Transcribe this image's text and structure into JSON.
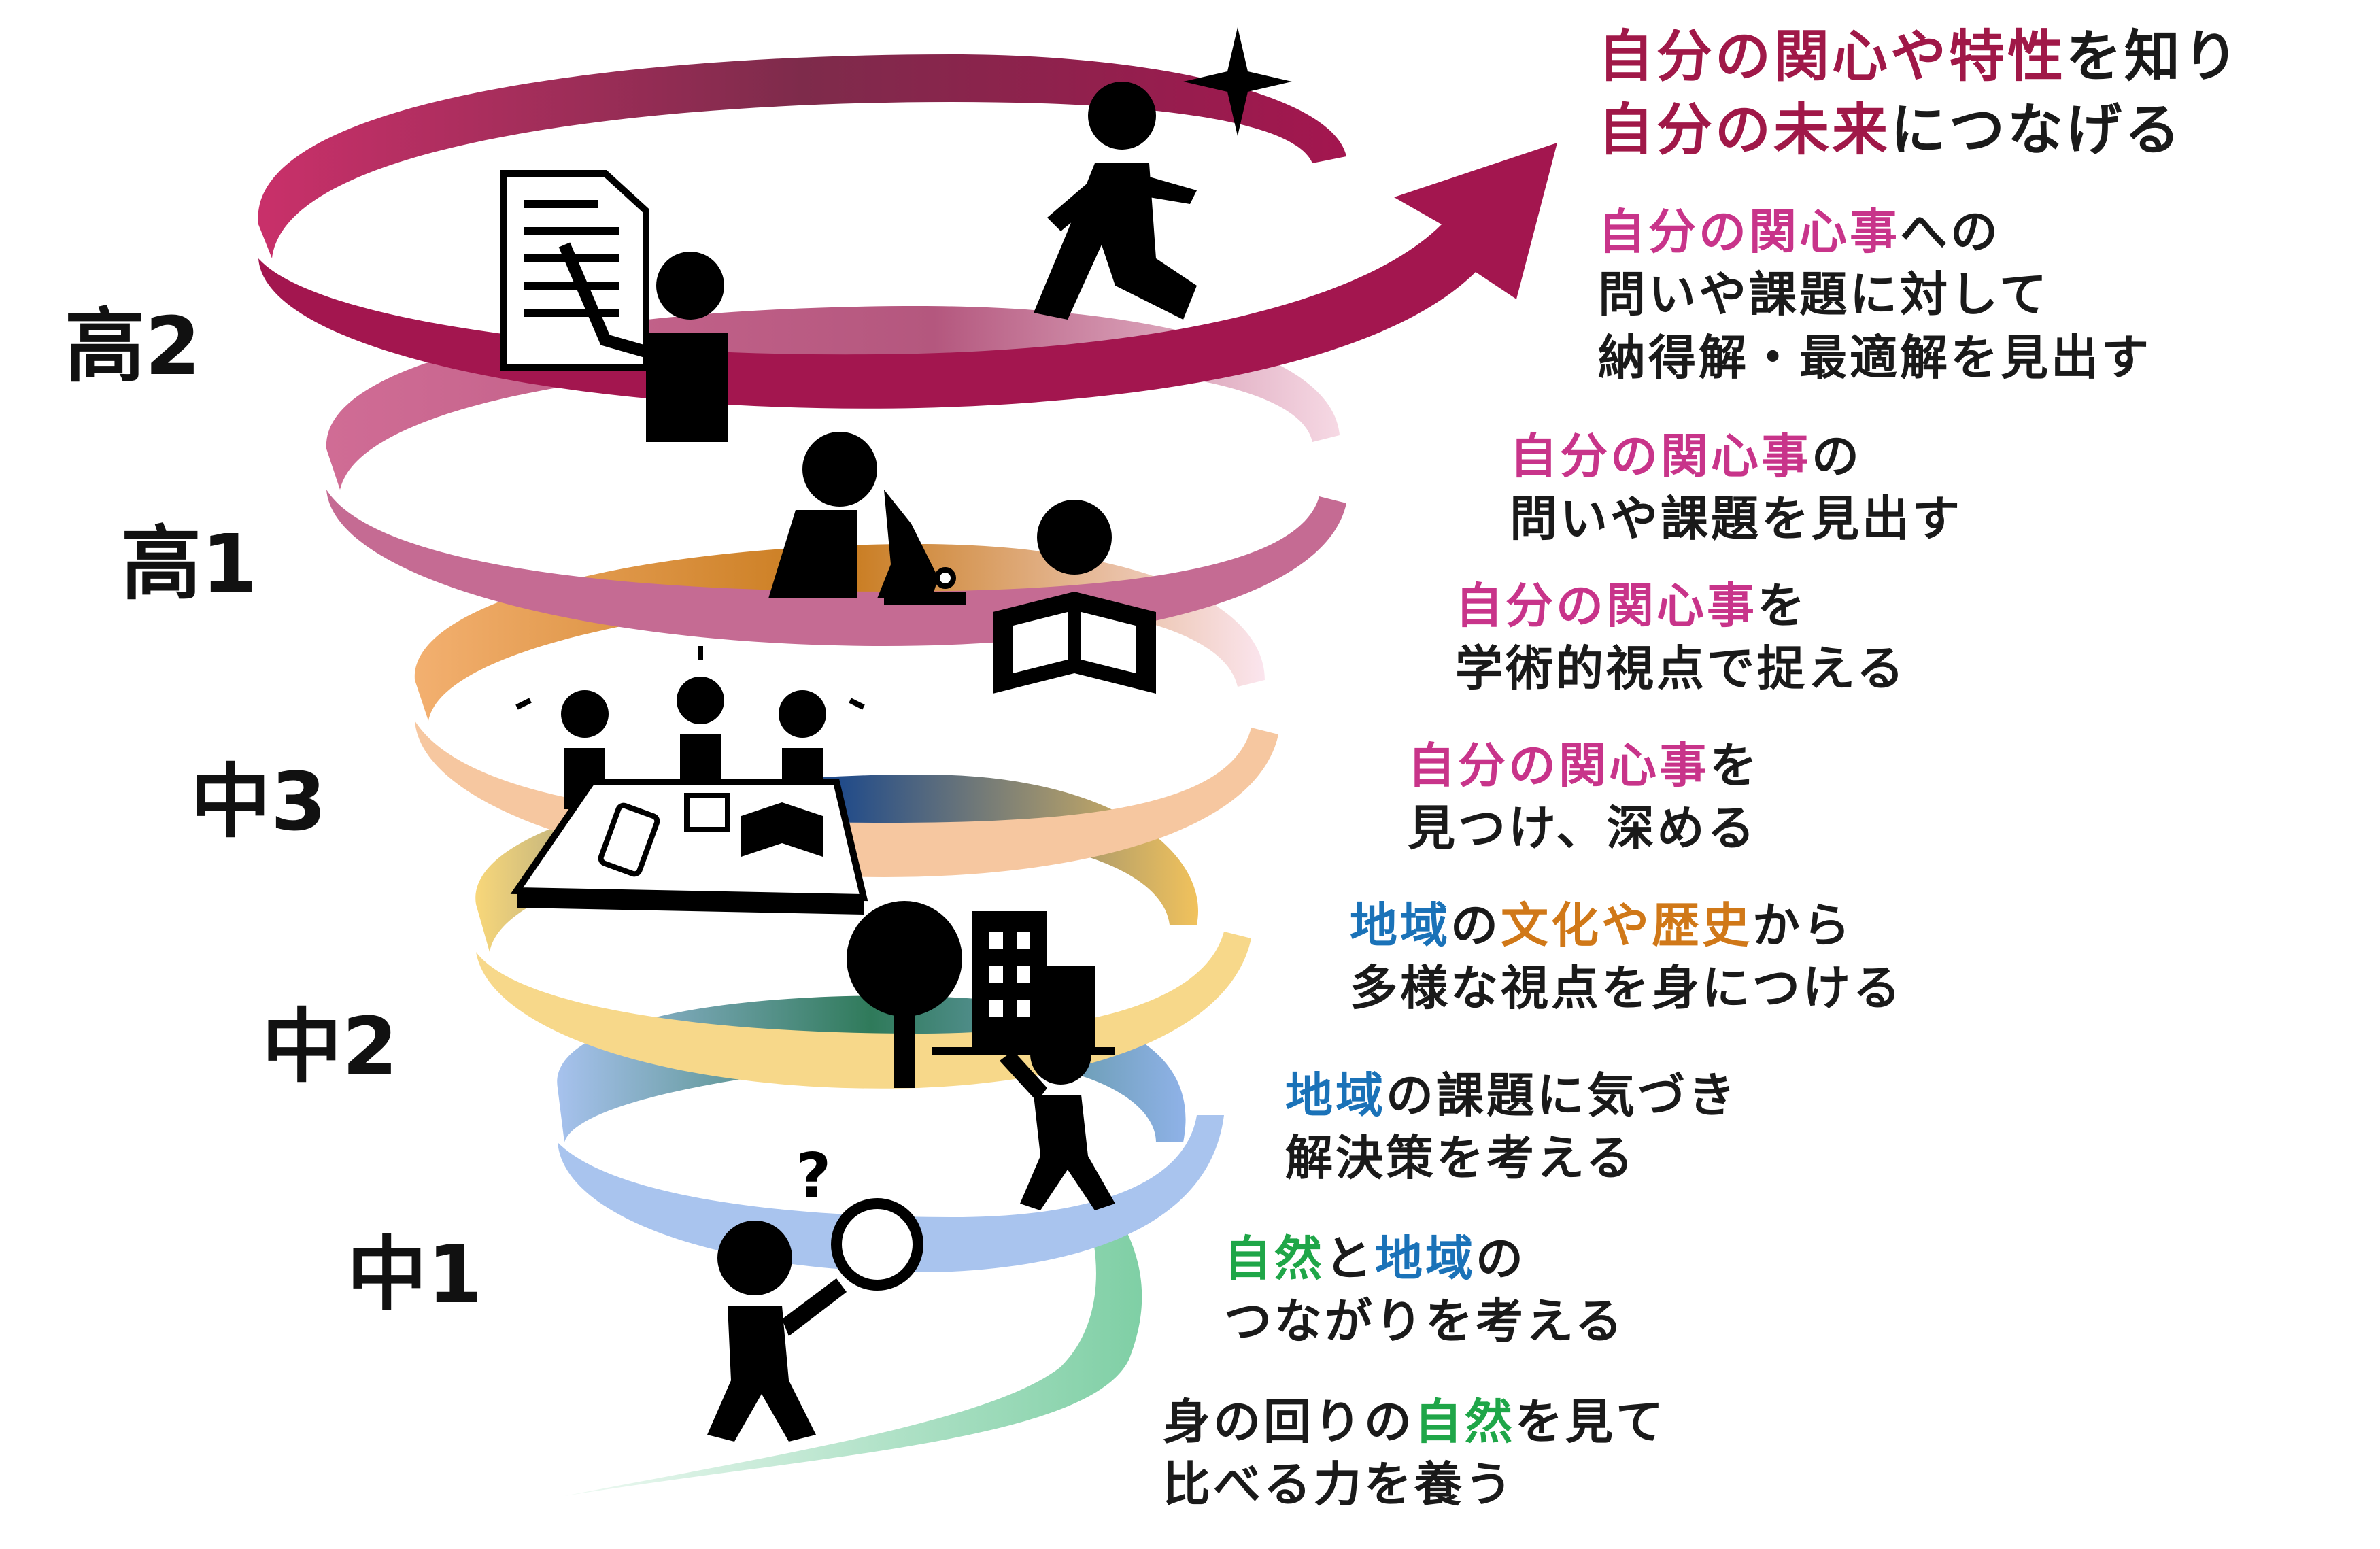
{
  "grades": [
    "高2",
    "高1",
    "中3",
    "中2",
    "中1"
  ],
  "descriptions": [
    {
      "line1": [
        [
          "自分の関心や特性",
          "red"
        ],
        [
          "を知り",
          ""
        ]
      ],
      "line2": [
        [
          "自分の未来",
          "red"
        ],
        [
          "につなげる",
          ""
        ]
      ]
    },
    {
      "line1": [
        [
          "自分の関心事",
          "pink"
        ],
        [
          "への",
          ""
        ]
      ],
      "line2": [
        [
          "問いや課題に対して",
          ""
        ]
      ],
      "line3": [
        [
          "納得解・最適解を見出す",
          ""
        ]
      ]
    },
    {
      "line1": [
        [
          "自分の関心事",
          "pink"
        ],
        [
          "の",
          ""
        ]
      ],
      "line2": [
        [
          "問いや課題を見出す",
          ""
        ]
      ]
    },
    {
      "line1": [
        [
          "自分の関心事",
          "pink"
        ],
        [
          "を",
          ""
        ]
      ],
      "line2": [
        [
          "学術的視点で捉える",
          ""
        ]
      ]
    },
    {
      "line1": [
        [
          "自分の関心事",
          "pink"
        ],
        [
          "を",
          ""
        ]
      ],
      "line2": [
        [
          "見つけ、深める",
          ""
        ]
      ]
    },
    {
      "line1": [
        [
          "地域",
          "blue"
        ],
        [
          "の",
          ""
        ],
        [
          "文化や歴史",
          "orange"
        ],
        [
          "から",
          ""
        ]
      ],
      "line2": [
        [
          "多様な視点を身につける",
          ""
        ]
      ]
    },
    {
      "line1": [
        [
          "地域",
          "blue"
        ],
        [
          "の課題に気づき",
          ""
        ]
      ],
      "line2": [
        [
          "解決策を考える",
          ""
        ]
      ]
    },
    {
      "line1": [
        [
          "自然",
          "green"
        ],
        [
          "と",
          ""
        ],
        [
          "地域",
          "blue"
        ],
        [
          "の",
          ""
        ]
      ],
      "line2": [
        [
          "つながりを考える",
          ""
        ]
      ]
    },
    {
      "line1": [
        [
          "身の回りの",
          ""
        ],
        [
          "自然",
          "green"
        ],
        [
          "を見て",
          ""
        ]
      ],
      "line2": [
        [
          "比べる力を養う",
          ""
        ]
      ]
    }
  ],
  "colors": {
    "red": "#a01848",
    "pink": "#c8348a",
    "blue": "#1a72b8",
    "orange": "#d07818",
    "green": "#1fa648",
    "band_top": "#a3164f",
    "band_k1": "#c25a86",
    "band_c3": "#d4851e",
    "band_c2": "#f3c258",
    "band_c1_blue": "#8fb2e8",
    "band_c1_green": "#7fcfa5"
  },
  "icons": [
    "presenter-icon",
    "runner-icon",
    "sparkle-icon",
    "scientist-microscope-icon",
    "reader-icon",
    "group-discussion-icon",
    "tree-icon",
    "building-icon",
    "pointing-person-icon",
    "question-mark-icon",
    "magnifier-person-icon",
    "arrow-head-icon"
  ]
}
